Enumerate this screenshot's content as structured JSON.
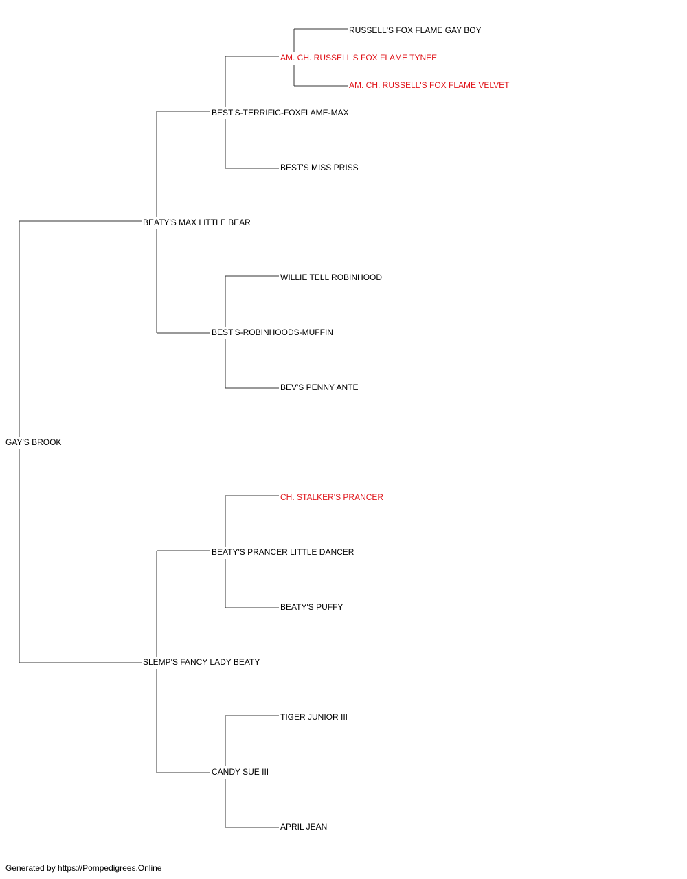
{
  "colors": {
    "normal": "#000000",
    "champion": "#e0151b",
    "line": "#333333"
  },
  "pedigree": {
    "subject": {
      "name": "GAY'S BROOK",
      "highlight": false
    },
    "sire": {
      "name": "BEATY'S MAX LITTLE BEAR",
      "highlight": false
    },
    "dam": {
      "name": "SLEMP'S FANCY LADY BEATY",
      "highlight": false
    },
    "sire_sire": {
      "name": "BEST'S-TERRIFIC-FOXFLAME-MAX",
      "highlight": false
    },
    "sire_dam": {
      "name": "BEST'S-ROBINHOODS-MUFFIN",
      "highlight": false
    },
    "dam_sire": {
      "name": "BEATY'S PRANCER LITTLE DANCER",
      "highlight": false
    },
    "dam_dam": {
      "name": "CANDY SUE III",
      "highlight": false
    },
    "sire_sire_sire": {
      "name": "AM. CH. RUSSELL'S FOX FLAME TYNEE",
      "highlight": true
    },
    "sire_sire_dam": {
      "name": "BEST'S MISS PRISS",
      "highlight": false
    },
    "sire_dam_sire": {
      "name": "WILLIE TELL ROBINHOOD",
      "highlight": false
    },
    "sire_dam_dam": {
      "name": "BEV'S PENNY ANTE",
      "highlight": false
    },
    "dam_sire_sire": {
      "name": "CH. STALKER'S PRANCER",
      "highlight": true
    },
    "dam_sire_dam": {
      "name": "BEATY'S PUFFY",
      "highlight": false
    },
    "dam_dam_sire": {
      "name": "TIGER JUNIOR III",
      "highlight": false
    },
    "dam_dam_dam": {
      "name": "APRIL JEAN",
      "highlight": false
    },
    "sire_sire_sire_sire": {
      "name": "RUSSELL'S FOX FLAME GAY BOY",
      "highlight": false
    },
    "sire_sire_sire_dam": {
      "name": "AM. CH. RUSSELL'S FOX FLAME VELVET",
      "highlight": true
    }
  },
  "footer": "Generated by https://Pompedigrees.Online"
}
